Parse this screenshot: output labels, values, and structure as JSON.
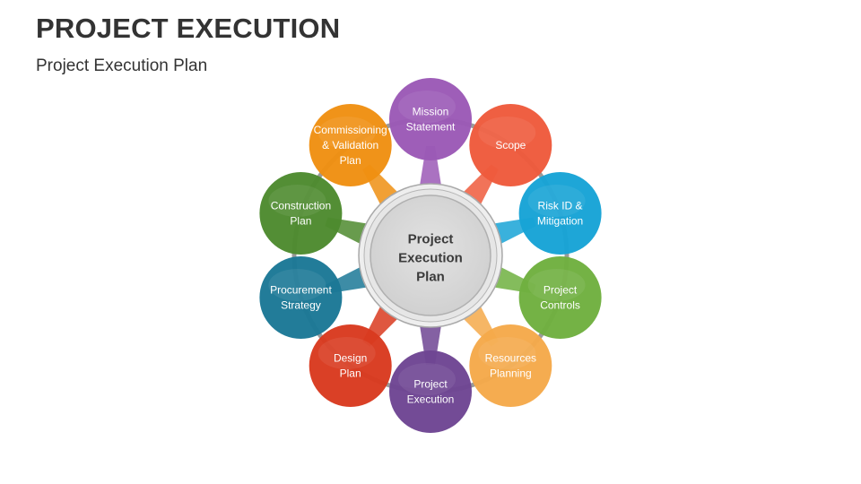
{
  "header": {
    "title": "PROJECT EXECUTION",
    "subtitle": "Project Execution Plan"
  },
  "diagram": {
    "center": {
      "lines": [
        "Project",
        "Execution",
        "Plan"
      ]
    },
    "nodes": [
      {
        "id": "mission-statement",
        "lines": [
          "Mission",
          "Statement"
        ],
        "color": "#9b59b6"
      },
      {
        "id": "scope",
        "lines": [
          "Scope"
        ],
        "color": "#ee5a3c"
      },
      {
        "id": "risk-id-mitigation",
        "lines": [
          "Risk ID &",
          "Mitigation"
        ],
        "color": "#17a3d6"
      },
      {
        "id": "project-controls",
        "lines": [
          "Project",
          "Controls"
        ],
        "color": "#6fb03f"
      },
      {
        "id": "resources-planning",
        "lines": [
          "Resources",
          "Planning"
        ],
        "color": "#f5a94a"
      },
      {
        "id": "project-execution",
        "lines": [
          "Project",
          "Execution"
        ],
        "color": "#6e4593"
      },
      {
        "id": "design-plan",
        "lines": [
          "Design",
          "Plan"
        ],
        "color": "#d93a1f"
      },
      {
        "id": "procurement-strategy",
        "lines": [
          "Procurement",
          "Strategy"
        ],
        "color": "#1b7896"
      },
      {
        "id": "construction-plan",
        "lines": [
          "Construction",
          "Plan"
        ],
        "color": "#4d8a2e"
      },
      {
        "id": "commissioning-validation-plan",
        "lines": [
          "Commissioning",
          "& Validation",
          "Plan"
        ],
        "color": "#ef8f12"
      }
    ]
  }
}
